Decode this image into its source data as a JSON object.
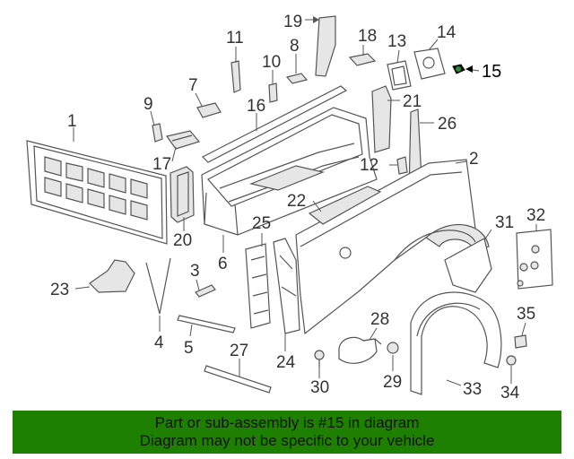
{
  "diagram": {
    "callouts": [
      "1",
      "2",
      "3",
      "4",
      "5",
      "6",
      "7",
      "8",
      "9",
      "10",
      "11",
      "12",
      "13",
      "14",
      "15",
      "16",
      "17",
      "19",
      "18",
      "20",
      "21",
      "22",
      "23",
      "24",
      "25",
      "26",
      "27",
      "28",
      "29",
      "30",
      "31",
      "32",
      "33",
      "34",
      "35"
    ],
    "highlight_color": "#000000",
    "line_color": "#555555"
  },
  "banner": {
    "line1": "Part or sub-assembly is #15 in diagram",
    "line2": "Diagram may not be specific to your vehicle",
    "background": "#1e8000"
  }
}
